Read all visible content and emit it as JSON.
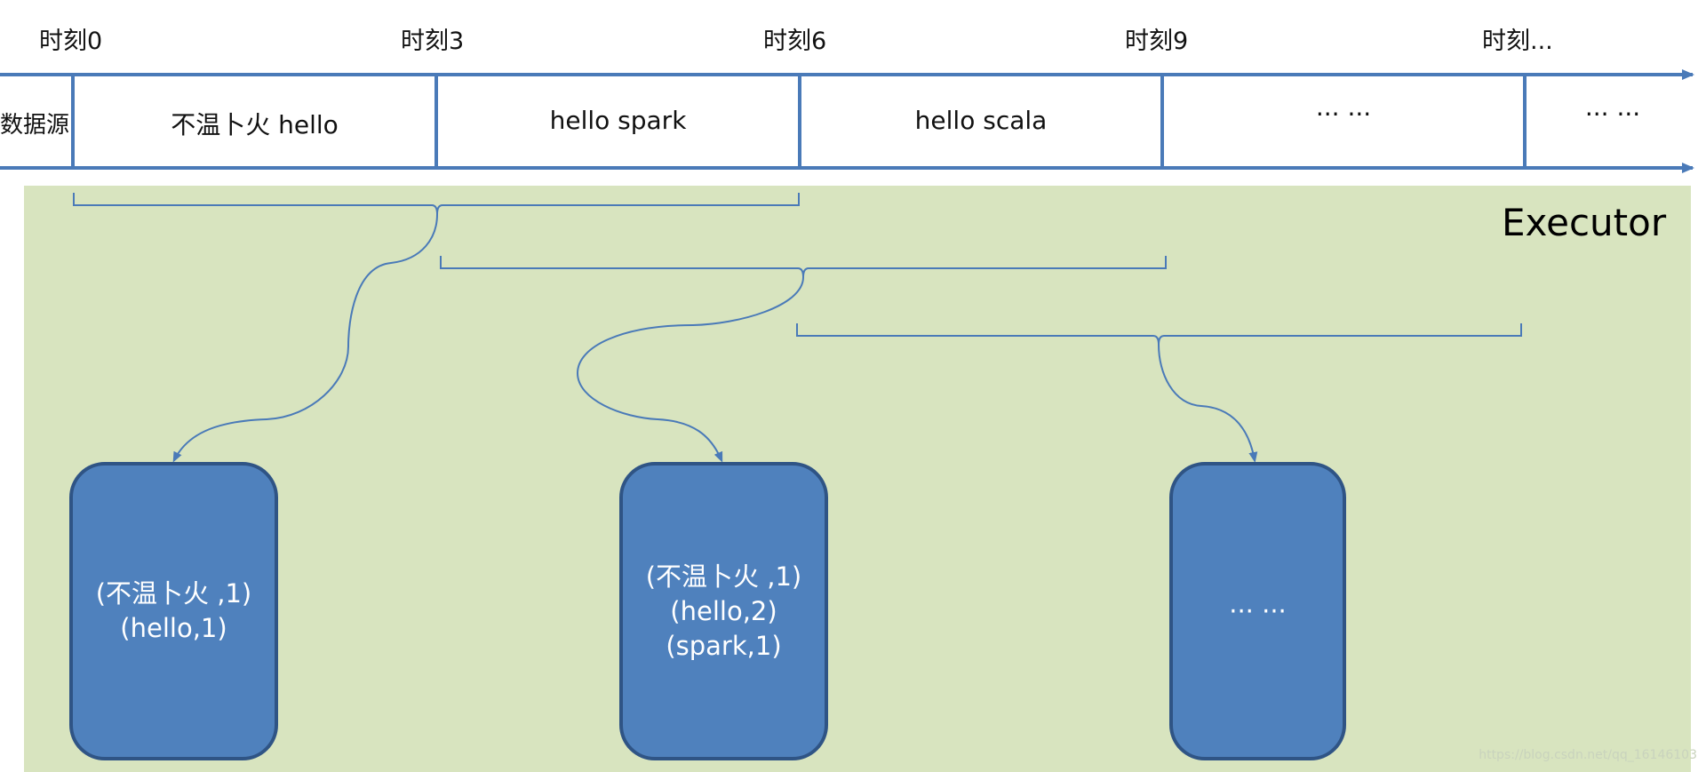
{
  "timeline": {
    "ticks": [
      "时刻0",
      "时刻3",
      "时刻6",
      "时刻9",
      "时刻..."
    ],
    "source_label": "数据源",
    "cells": [
      "不温卜火 hello",
      "hello spark",
      "hello scala",
      "··· ···",
      "··· ···"
    ]
  },
  "executor": {
    "label": "Executor",
    "tasks": [
      {
        "lines": [
          "(不温卜火 ,1)",
          "(hello,1)"
        ]
      },
      {
        "lines": [
          "(不温卜火 ,1)",
          "(hello,2)",
          "(spark,1)"
        ]
      },
      {
        "lines": [
          "··· ···"
        ]
      }
    ]
  },
  "watermark": "https://blog.csdn.net/qq_16146103",
  "colors": {
    "line": "#4a7ab8",
    "panel": "#d8e4bf",
    "box": "#4f81bd",
    "box_border": "#2f5485"
  }
}
